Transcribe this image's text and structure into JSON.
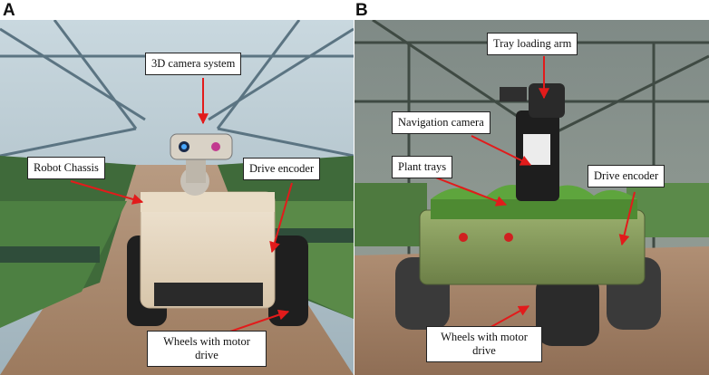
{
  "panel_a": {
    "letter": "A",
    "labels": {
      "camera": "3D camera system",
      "chassis": "Robot Chassis",
      "encoder": "Drive encoder",
      "wheels": "Wheels with motor drive"
    }
  },
  "panel_b": {
    "letter": "B",
    "labels": {
      "arm": "Tray loading arm",
      "nav_camera": "Navigation camera",
      "trays": "Plant trays",
      "encoder": "Drive encoder",
      "wheels": "Wheels with motor drive"
    }
  },
  "colors": {
    "arrow": "#e21b1b",
    "frame_a": "#4f6a78",
    "frame_b": "#3d4a3f"
  }
}
